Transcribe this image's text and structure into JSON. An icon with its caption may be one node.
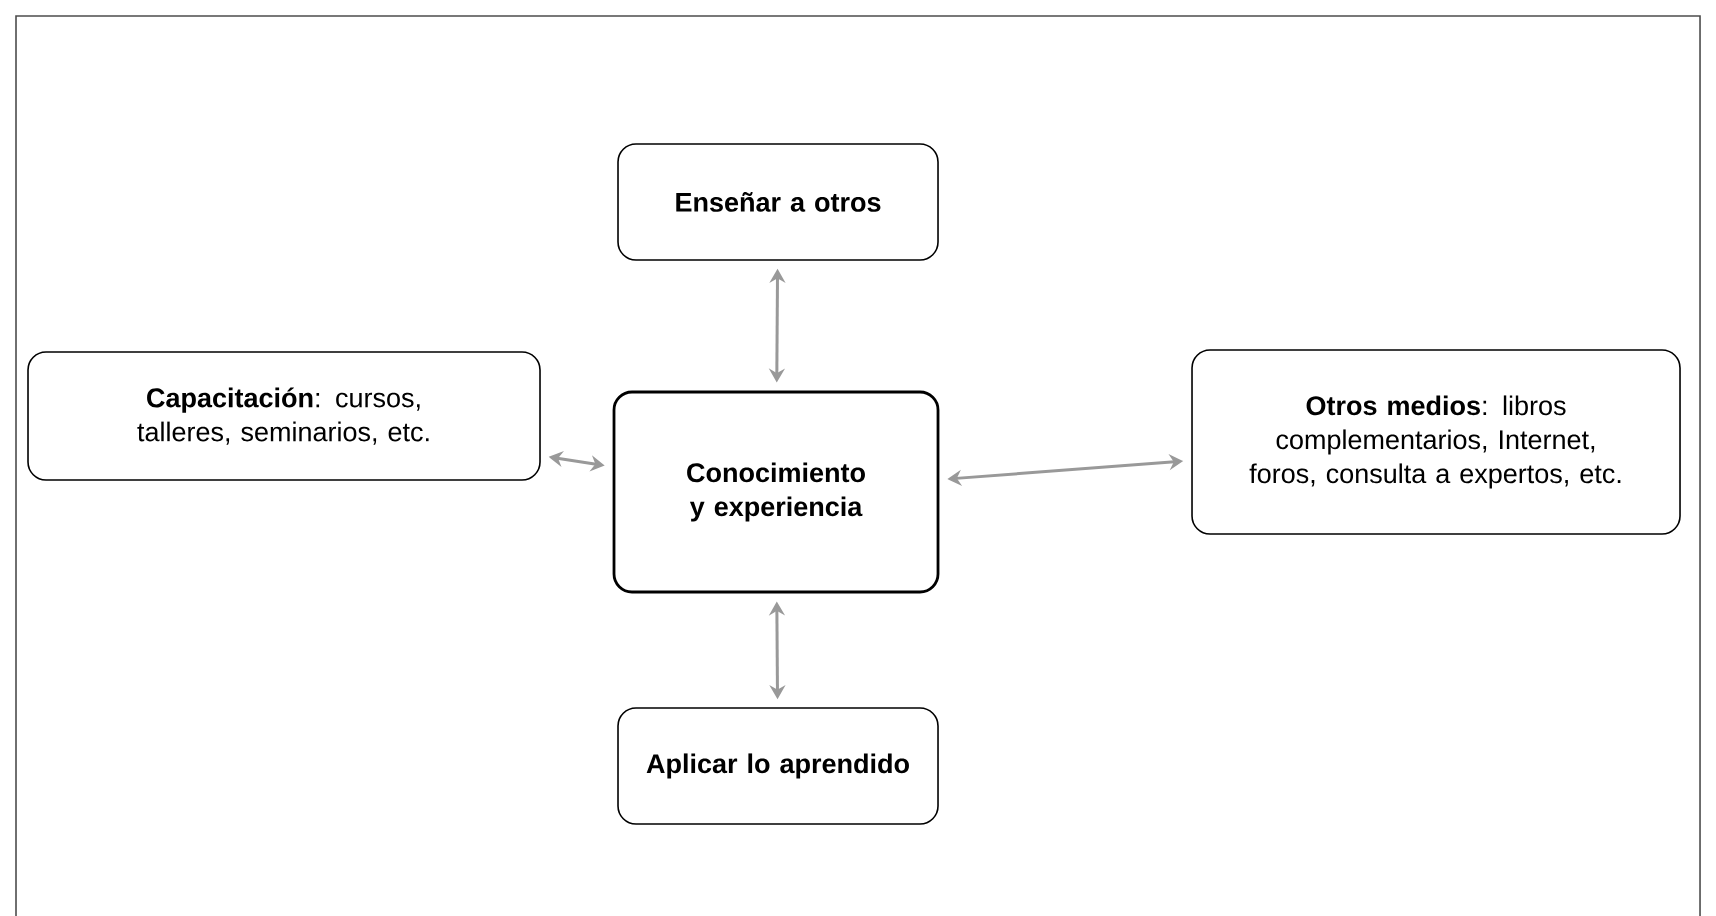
{
  "diagram": {
    "nodes": [
      {
        "text": [
          "Enseñar a otros"
        ]
      },
      {
        "text": [
          "**Capacitación**: cursos, talleres, seminarios, etc."
        ]
      },
      {
        "text": [
          "Conocimiento y experiencia"
        ]
      },
      {
        "text": [
          "**Otros medios**: libros complementarios, Internet, foros, consulta a expertos, etc."
        ]
      },
      {
        "text": [
          "Aplicar lo aprendido"
        ]
      }
    ],
    "edges": [
      {
        "from": 2,
        "to": 0,
        "arrow": "both"
      },
      {
        "from": 2,
        "to": 1,
        "arrow": "both"
      },
      {
        "from": 2,
        "to": 3,
        "arrow": "both"
      },
      {
        "from": 2,
        "to": 4,
        "arrow": "both"
      }
    ]
  }
}
